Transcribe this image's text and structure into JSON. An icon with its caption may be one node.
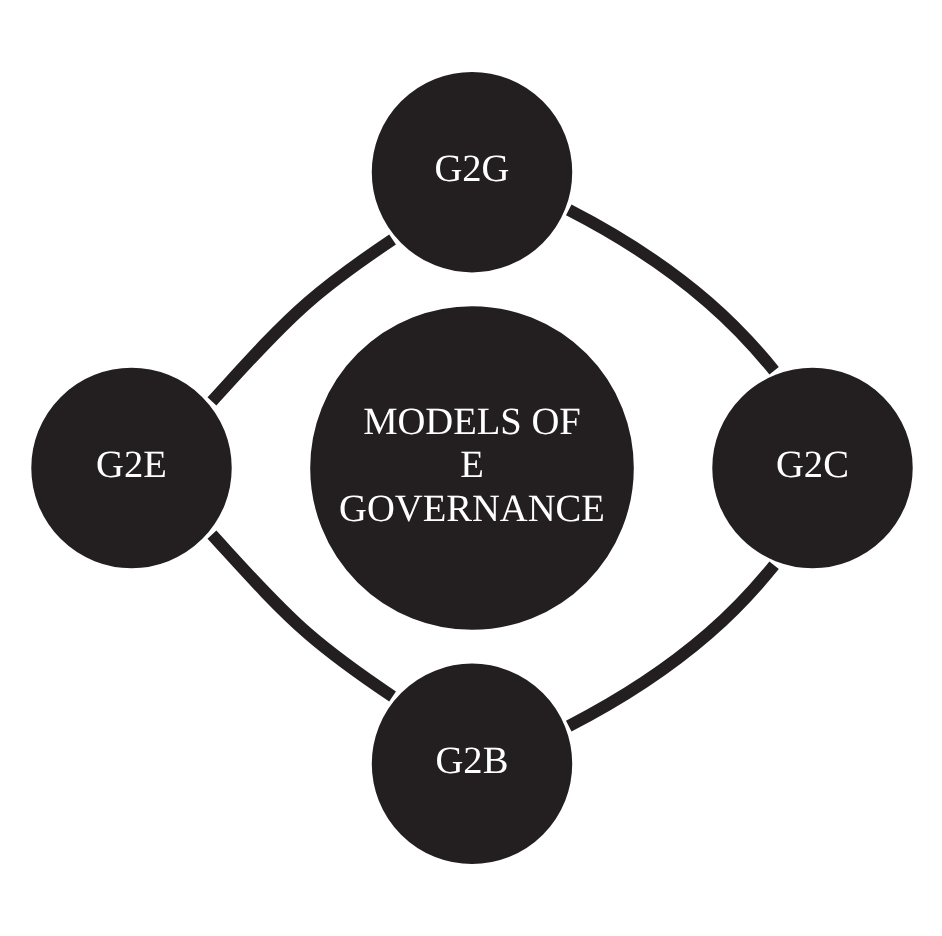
{
  "diagram": {
    "nodes": [
      {
        "text": [
          "MODELS OF E GOVERNANCE"
        ]
      },
      {
        "text": [
          "G2G"
        ]
      },
      {
        "text": [
          "G2E"
        ]
      },
      {
        "text": [
          "G2C"
        ]
      },
      {
        "text": [
          "G2B"
        ]
      }
    ],
    "edges": [
      {
        "from": 1,
        "to": 3,
        "arrow": "none"
      },
      {
        "from": 3,
        "to": 4,
        "arrow": "none"
      },
      {
        "from": 4,
        "to": 2,
        "arrow": "none"
      },
      {
        "from": 2,
        "to": 1,
        "arrow": "none"
      }
    ]
  }
}
